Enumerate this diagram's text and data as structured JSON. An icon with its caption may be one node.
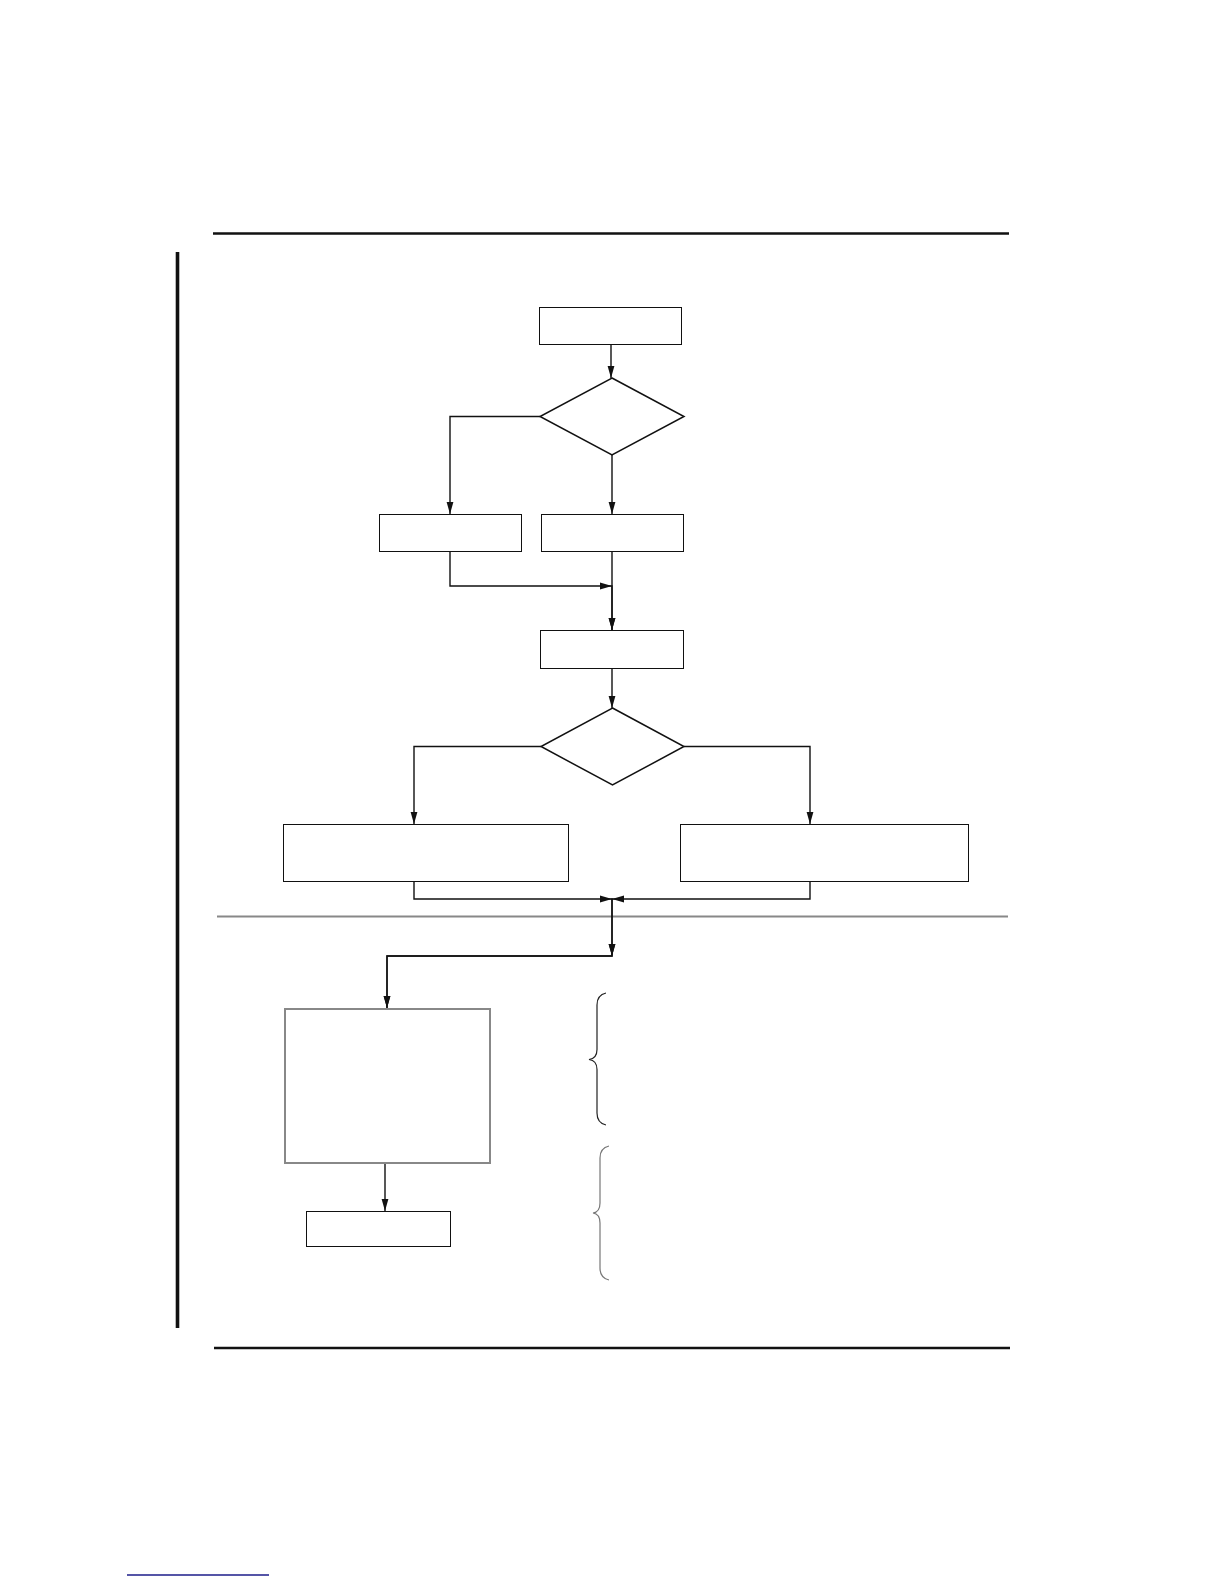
{
  "diagram": {
    "nodes": [
      {
        "text": [],
        "shape": "box"
      },
      {
        "text": [],
        "shape": "diamond"
      },
      {
        "text": [],
        "shape": "box"
      },
      {
        "text": [],
        "shape": "box"
      },
      {
        "text": [],
        "shape": "box"
      },
      {
        "text": [],
        "shape": "diamond"
      },
      {
        "text": [],
        "shape": "box"
      },
      {
        "text": [],
        "shape": "box"
      },
      {
        "text": [],
        "shape": "box"
      },
      {
        "text": [],
        "shape": "box"
      }
    ],
    "edges": [
      {
        "from": 0,
        "to": 1,
        "arrow": "to"
      },
      {
        "from": 1,
        "to": 2,
        "arrow": "to"
      },
      {
        "from": 1,
        "to": 3,
        "arrow": "to"
      },
      {
        "from": 2,
        "to": 4,
        "arrow": "to"
      },
      {
        "from": 3,
        "to": 4,
        "arrow": "to"
      },
      {
        "from": 4,
        "to": 5,
        "arrow": "to"
      },
      {
        "from": 5,
        "to": 6,
        "arrow": "to"
      },
      {
        "from": 5,
        "to": 7,
        "arrow": "to"
      },
      {
        "from": 6,
        "to": 8,
        "arrow": "to"
      },
      {
        "from": 7,
        "to": 8,
        "arrow": "to"
      },
      {
        "from": 8,
        "to": 9,
        "arrow": "to"
      }
    ]
  }
}
